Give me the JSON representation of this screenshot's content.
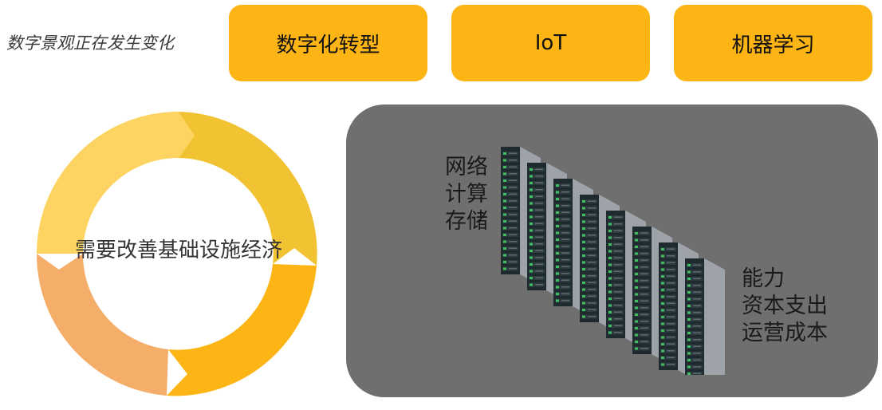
{
  "tagline": "数字景观正在发生变化",
  "trends": [
    "数字化转型",
    "IoT",
    "机器学习"
  ],
  "cycle_label": "需要改善基础设施经济",
  "infra_items": [
    "网络",
    "计算",
    "存储"
  ],
  "cost_items": [
    "能力",
    "资本支出",
    "运营成本"
  ],
  "colors": {
    "accent": "#FDB515",
    "panel": "#6f6f6f",
    "ring_segments": [
      "#FDD462",
      "#F1C232",
      "#FDB515",
      "#F5AE6A"
    ]
  },
  "icons": [
    "cycle-arrow-ring",
    "server-rack-icon"
  ]
}
